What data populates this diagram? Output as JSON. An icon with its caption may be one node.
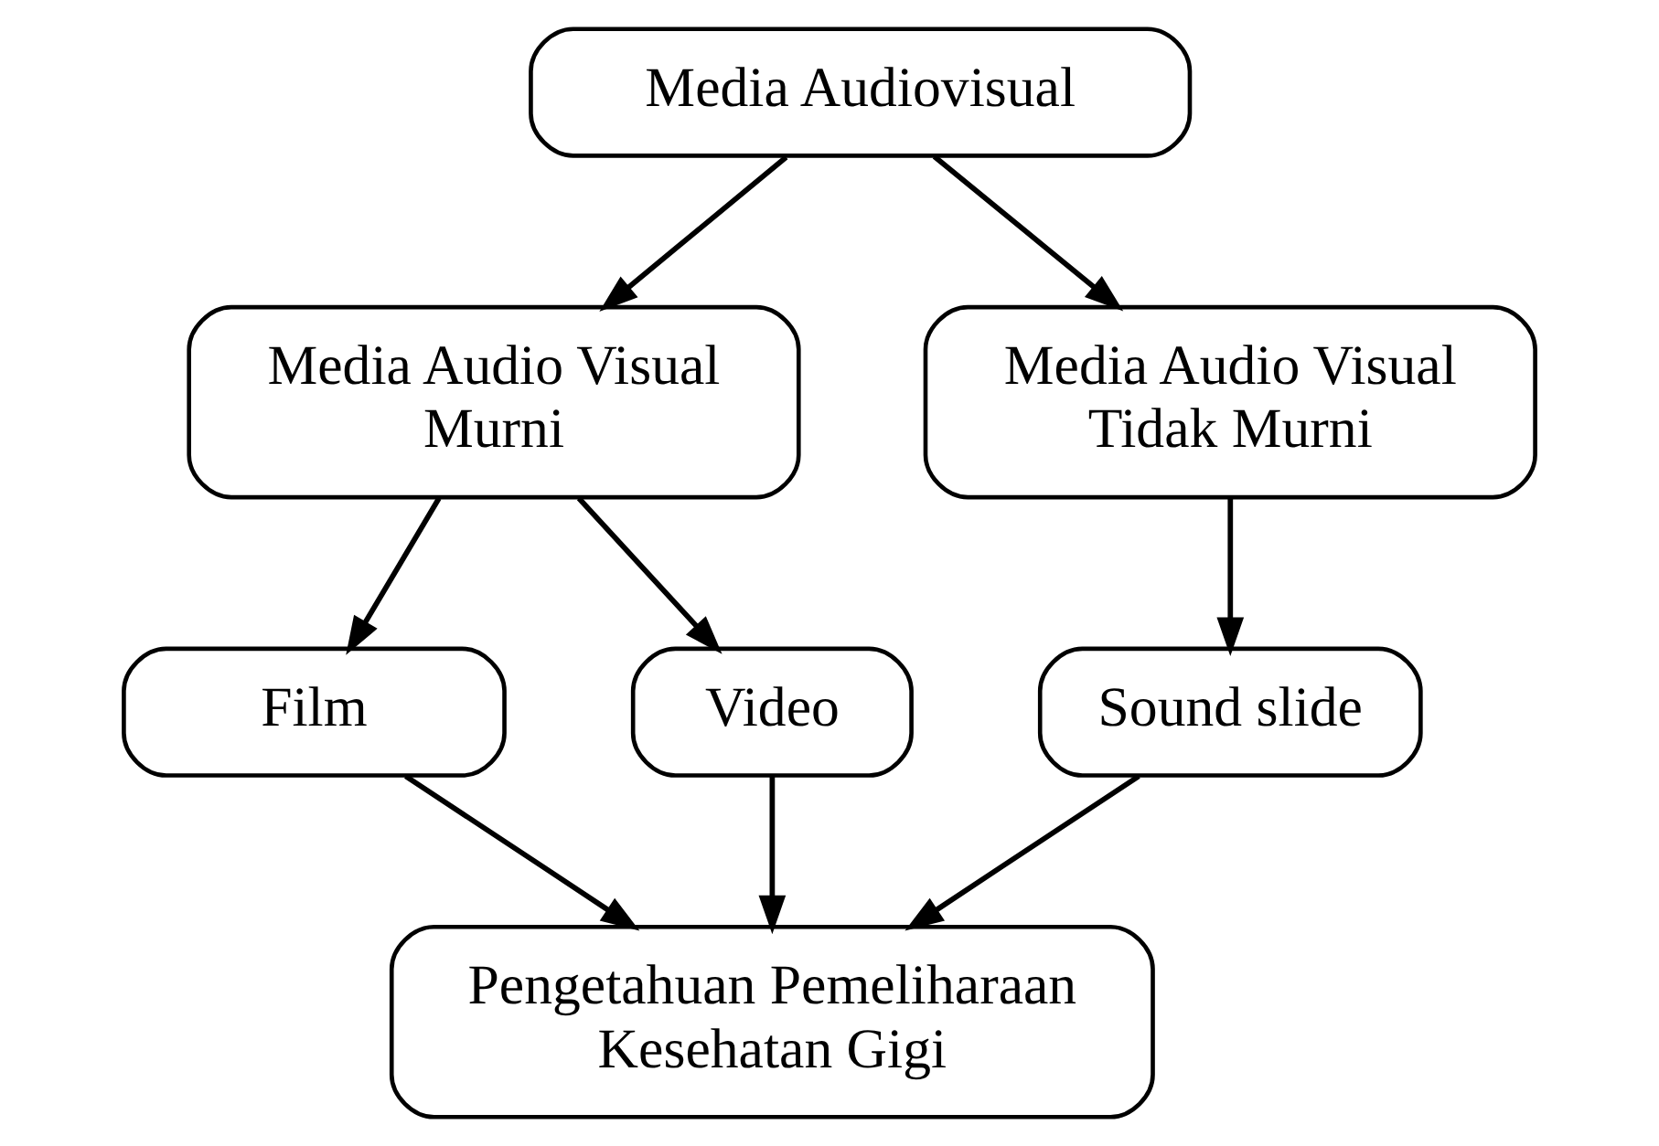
{
  "diagram": {
    "nodes": [
      {
        "text": [
          "Media Audiovisual"
        ]
      },
      {
        "text": [
          "Media Audio Visual Murni"
        ]
      },
      {
        "text": [
          "Media Audio Visual Tidak Murni"
        ]
      },
      {
        "text": [
          "Film"
        ]
      },
      {
        "text": [
          "Video"
        ]
      },
      {
        "text": [
          "Sound slide"
        ]
      },
      {
        "text": [
          "Pengetahuan Pemeliharaan Kesehatan Gigi"
        ]
      }
    ],
    "edges": [
      {
        "from": 0,
        "to": 1,
        "arrow": "to"
      },
      {
        "from": 0,
        "to": 2,
        "arrow": "to"
      },
      {
        "from": 1,
        "to": 3,
        "arrow": "to"
      },
      {
        "from": 1,
        "to": 4,
        "arrow": "to"
      },
      {
        "from": 2,
        "to": 5,
        "arrow": "to"
      },
      {
        "from": 3,
        "to": 6,
        "arrow": "to"
      },
      {
        "from": 4,
        "to": 6,
        "arrow": "to"
      },
      {
        "from": 5,
        "to": 6,
        "arrow": "to"
      }
    ]
  }
}
